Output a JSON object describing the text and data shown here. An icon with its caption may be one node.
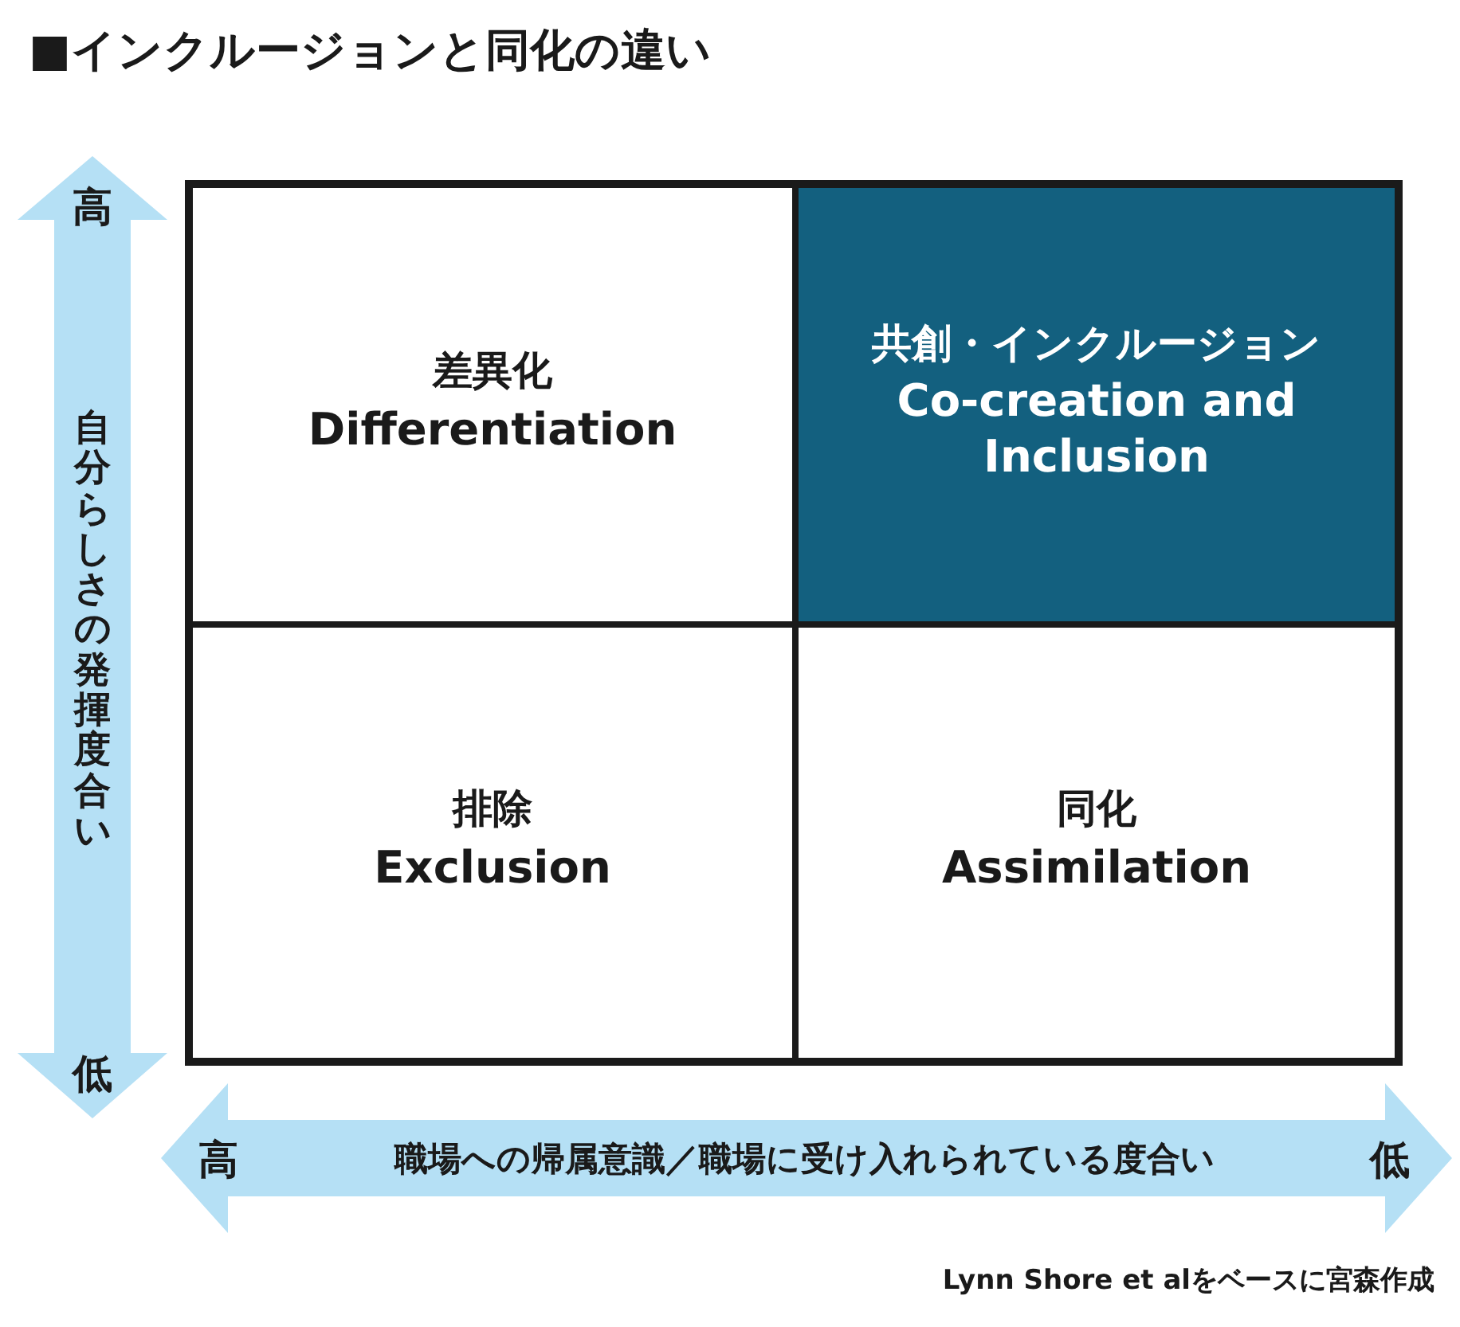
{
  "diagram": {
    "title": "■インクルージョンと同化の違い",
    "nodes": [
      {
        "text": [
          "差異化",
          "Differentiation"
        ]
      },
      {
        "text": [
          "共創・インクルージョン",
          "Co-creation and Inclusion"
        ]
      },
      {
        "text": [
          "排除",
          "Exclusion"
        ]
      },
      {
        "text": [
          "同化",
          "Assimilation"
        ]
      }
    ],
    "labels": [
      "高",
      "自分らしさの発揮度合い",
      "低",
      "高",
      "職場への帰属意識／職場に受け入れられている度合い",
      "低"
    ],
    "caption": "Lynn Shore et alをベースに宮森作成"
  }
}
